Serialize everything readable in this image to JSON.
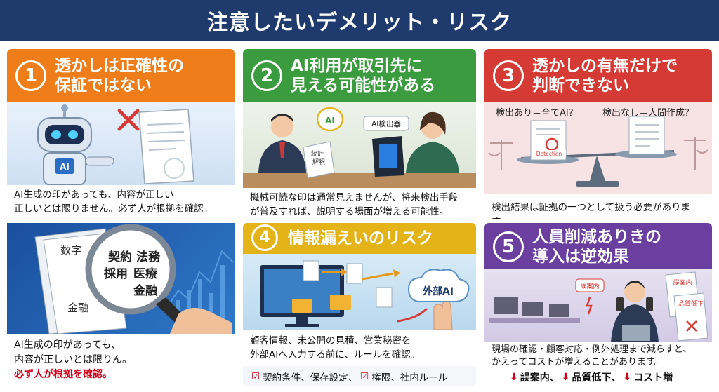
{
  "title": "注意したいデメリット・リスク",
  "cards": [
    {
      "num": "1",
      "title": [
        "透かしは正確性の",
        "保証ではない"
      ],
      "ai_badge": "AI",
      "caption": [
        "AI生成の印があっても、内容が正しい",
        "正しいとは限りません。必ず人が根拠を確認。"
      ]
    },
    {
      "num": "2",
      "title": [
        "AI利用が取引先に",
        "見える可能性がある"
      ],
      "bubble": "AI",
      "doc_label": [
        "統計",
        "解釈"
      ],
      "device_label": "AI検出器",
      "caption": [
        "機械可読な印は通常見えませんが、将来検出手段",
        "が普及すれば、説明する場面が増える可能性。"
      ]
    },
    {
      "num": "3",
      "title": [
        "透かしの有無だけで",
        "判断できない"
      ],
      "left_q": "検出あり＝全てAI？",
      "right_q": "検出なし＝人間作成？",
      "detection_label": "Detection",
      "caption": [
        "検出結果は証拠の一つとして扱う必要があります。"
      ]
    },
    {
      "magnifier_words": [
        "契約",
        "法務",
        "採用",
        "医療",
        "金融"
      ],
      "paper_words": [
        "数字",
        "金融"
      ],
      "caption": [
        "AI生成の印があっても、",
        "内容が正しいとは限りん。"
      ],
      "caption_red": "必ず人が根拠を確認。"
    },
    {
      "num": "4",
      "title": [
        "情報漏えいのリスク"
      ],
      "cloud_label": "外部AI",
      "caption": [
        "顧客情報、未公開の見積、営業秘密を",
        "外部AIへ入力する前に、ルールを確認。"
      ],
      "checks": [
        "契約条件、保存設定、",
        "権限、社内ルール"
      ]
    },
    {
      "num": "5",
      "title": [
        "人員削減ありきの",
        "導入は逆効果"
      ],
      "bubble_left": "誤案内",
      "paper_a": "誤案内",
      "paper_b": "品質低下",
      "caption": [
        "現場の確認・顧客対応・例外処理まで減らすと、",
        "かえってコストが増えることがあります。"
      ],
      "effects": [
        "誤案内、",
        "品質低下、",
        "コスト増"
      ]
    }
  ],
  "colors": {
    "title_bg": "#1f3b6e",
    "orange": "#ef7d1a",
    "green": "#3a9c3e",
    "red": "#d63a35",
    "yellow": "#e4b318",
    "purple": "#6a3fa0",
    "alert": "#d0021b"
  }
}
